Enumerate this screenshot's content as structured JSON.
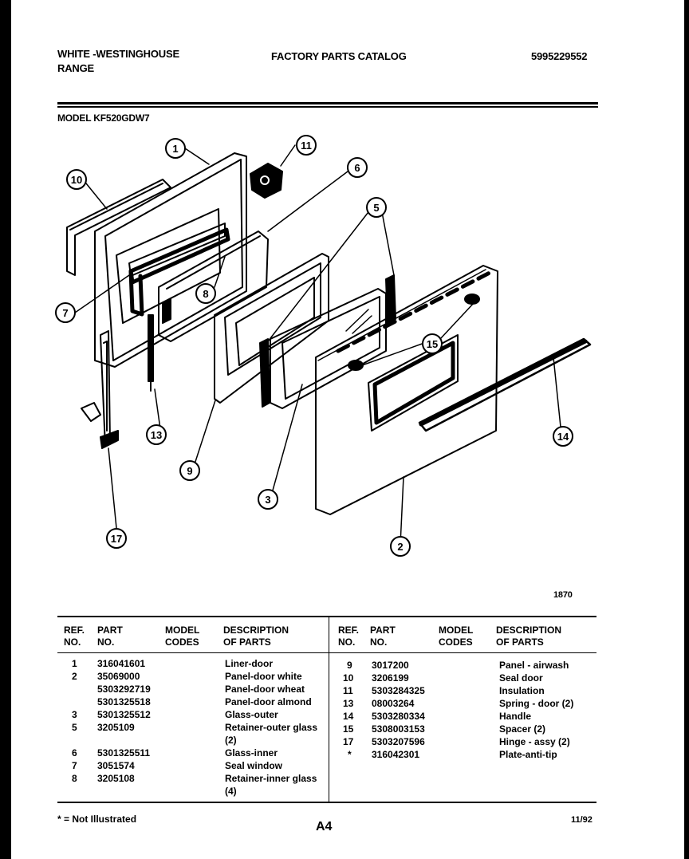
{
  "header": {
    "brand_line1": "WHITE -WESTINGHOUSE",
    "brand_line2": "RANGE",
    "catalog_title": "FACTORY PARTS CATALOG",
    "catalog_number": "5995229552",
    "model": "MODEL KF520GDW7"
  },
  "diagram": {
    "figure_number": "1870",
    "callouts": [
      "1",
      "11",
      "10",
      "6",
      "5",
      "7",
      "8",
      "15",
      "14",
      "13",
      "9",
      "3",
      "17",
      "2"
    ]
  },
  "table": {
    "headers": {
      "ref": "REF.",
      "ref2": "NO.",
      "part": "PART",
      "part2": "NO.",
      "model": "MODEL",
      "model2": "CODES",
      "desc": "DESCRIPTION",
      "desc2": "OF PARTS"
    },
    "left_rows": [
      {
        "ref": "1",
        "part": "316041601",
        "desc": "Liner-door"
      },
      {
        "ref": "2",
        "part": "35069000",
        "desc": "Panel-door white"
      },
      {
        "ref": "",
        "part": "5303292719",
        "desc": "Panel-door wheat"
      },
      {
        "ref": "",
        "part": "5301325518",
        "desc": "Panel-door almond"
      },
      {
        "ref": "3",
        "part": "5301325512",
        "desc": "Glass-outer"
      },
      {
        "ref": "5",
        "part": "3205109",
        "desc": "Retainer-outer glass"
      },
      {
        "ref": "",
        "part": "",
        "desc": "(2)"
      },
      {
        "ref": "6",
        "part": "5301325511",
        "desc": "Glass-inner"
      },
      {
        "ref": "7",
        "part": "3051574",
        "desc": "Seal window"
      },
      {
        "ref": "8",
        "part": "3205108",
        "desc": "Retainer-inner glass"
      },
      {
        "ref": "",
        "part": "",
        "desc": "(4)"
      }
    ],
    "right_rows": [
      {
        "ref": "9",
        "part": "3017200",
        "desc": "Panel - airwash"
      },
      {
        "ref": "10",
        "part": "3206199",
        "desc": "Seal door"
      },
      {
        "ref": "11",
        "part": "5303284325",
        "desc": "Insulation"
      },
      {
        "ref": "13",
        "part": "08003264",
        "desc": "Spring - door (2)"
      },
      {
        "ref": "14",
        "part": "5303280334",
        "desc": "Handle"
      },
      {
        "ref": "15",
        "part": "5308003153",
        "desc": "Spacer (2)"
      },
      {
        "ref": "17",
        "part": "5303207596",
        "desc": "Hinge - assy (2)"
      },
      {
        "ref": "*",
        "part": "316042301",
        "desc": "Plate-anti-tip"
      }
    ]
  },
  "footer": {
    "note": "* = Not Illustrated",
    "page": "A4",
    "date": "11/92"
  }
}
